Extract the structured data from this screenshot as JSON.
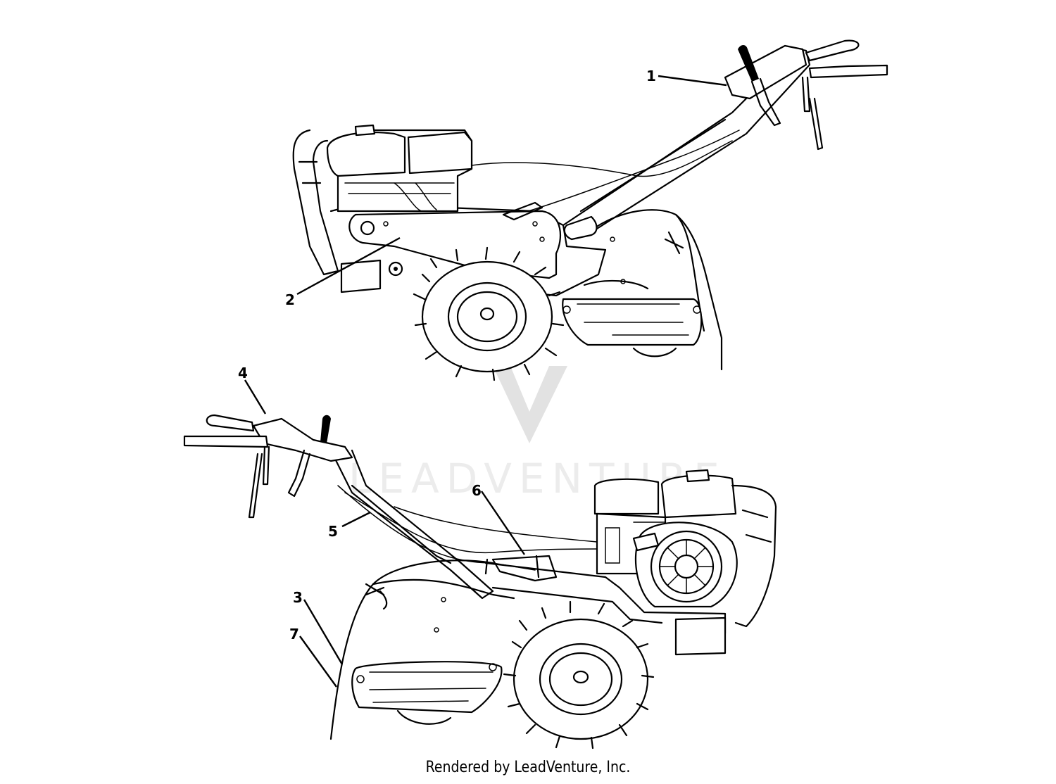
{
  "watermark": {
    "text": "LEADVENTURE"
  },
  "callouts": [
    {
      "id": "1",
      "label": "1"
    },
    {
      "id": "2",
      "label": "2"
    },
    {
      "id": "3",
      "label": "3"
    },
    {
      "id": "4",
      "label": "4"
    },
    {
      "id": "5",
      "label": "5"
    },
    {
      "id": "6",
      "label": "6"
    },
    {
      "id": "7",
      "label": "7"
    }
  ],
  "footer": {
    "text": "Rendered by LeadVenture, Inc."
  }
}
